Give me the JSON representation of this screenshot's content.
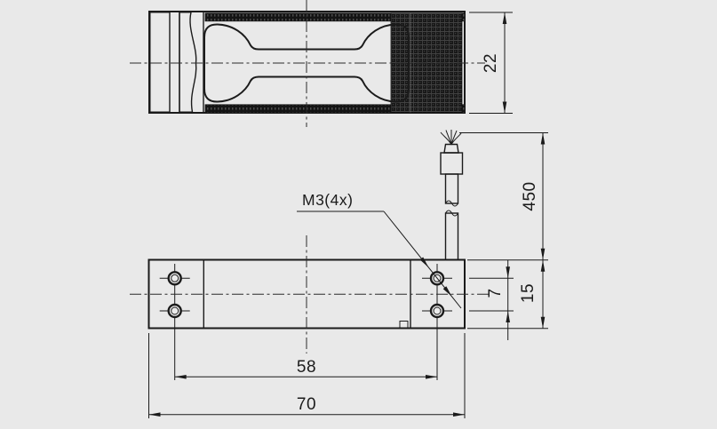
{
  "drawing": {
    "title": "load-cell-dimension-drawing",
    "labels": {
      "thread_callout": "M3(4x)"
    },
    "dimensions": {
      "body_height": "22",
      "cable_length": "450",
      "body_width": "15",
      "hole_pitch_vertical": "7",
      "hole_pitch_horizontal": "58",
      "total_length": "70"
    },
    "colors": {
      "background": "#e9e9e9",
      "line": "#1b1b1b",
      "dark_fill": "#161616"
    }
  }
}
